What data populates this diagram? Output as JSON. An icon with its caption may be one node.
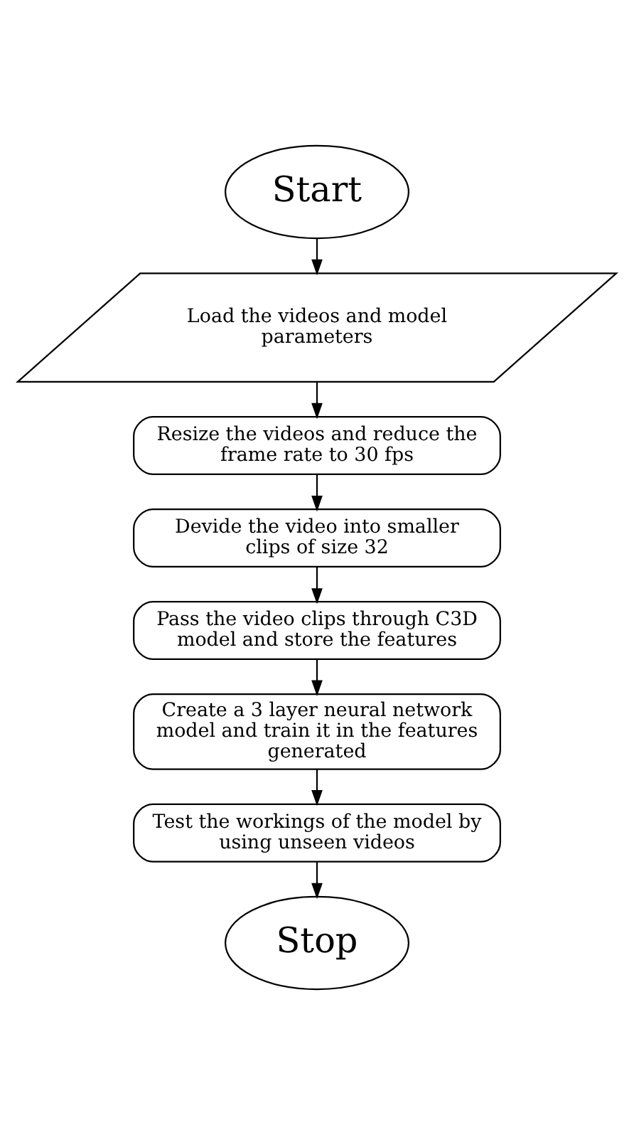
{
  "diagram": {
    "nodes": [
      {
        "text": [
          "Start"
        ]
      },
      {
        "text": [
          "Load the videos and model parameters"
        ]
      },
      {
        "text": [
          "Resize the videos and reduce the frame rate to 30 fps"
        ]
      },
      {
        "text": [
          "Devide the video into smaller clips of size 32"
        ]
      },
      {
        "text": [
          "Pass the video clips through C3D model and store the features"
        ]
      },
      {
        "text": [
          "Create a 3 layer neural network model and train it in the features generated"
        ]
      },
      {
        "text": [
          "Test the workings of the model by using unseen videos"
        ]
      },
      {
        "text": [
          "Stop"
        ]
      }
    ],
    "edges": [
      {
        "from": 0,
        "to": 1,
        "arrow": "to"
      },
      {
        "from": 1,
        "to": 2,
        "arrow": "to"
      },
      {
        "from": 2,
        "to": 3,
        "arrow": "to"
      },
      {
        "from": 3,
        "to": 4,
        "arrow": "to"
      },
      {
        "from": 4,
        "to": 5,
        "arrow": "to"
      },
      {
        "from": 5,
        "to": 6,
        "arrow": "to"
      },
      {
        "from": 6,
        "to": 7,
        "arrow": "to"
      }
    ]
  }
}
